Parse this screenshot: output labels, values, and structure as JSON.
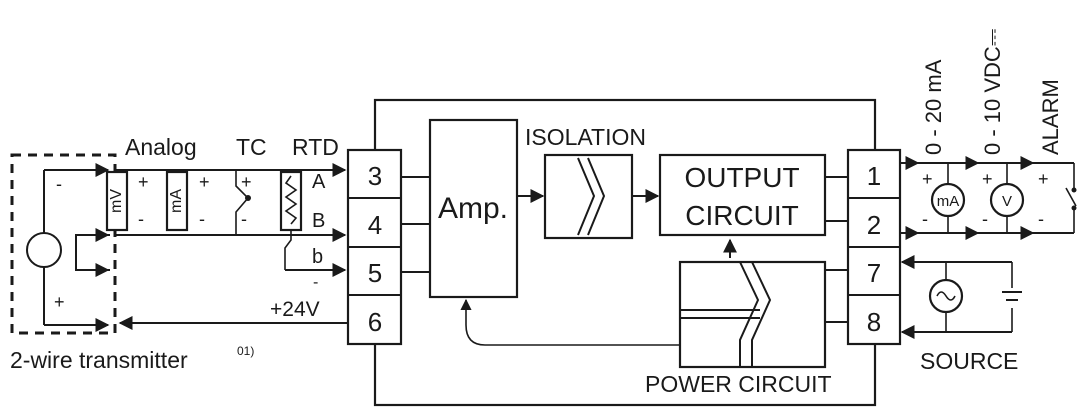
{
  "transmitter": {
    "label": "2-wire transmitter",
    "note": "01)",
    "minus": "-",
    "plus": "+"
  },
  "inputs": {
    "analog": "Analog",
    "tc": "TC",
    "rtd": "RTD",
    "mv": "mV",
    "ma": "mA",
    "plus": "+",
    "minus": "-",
    "a": "A",
    "b_upper": "B",
    "b_lower": "b",
    "supply": "+24V"
  },
  "terminals": {
    "t3": "3",
    "t4": "4",
    "t5": "5",
    "t6": "6",
    "t1": "1",
    "t2": "2",
    "t7": "7",
    "t8": "8"
  },
  "blocks": {
    "amp": "Amp.",
    "isolation": "ISOLATION",
    "output_line1": "OUTPUT",
    "output_line2": "CIRCUIT",
    "power": "POWER CIRCUIT"
  },
  "outputs": {
    "ma_range": "0 - 20 mA",
    "vdc_range": "0 - 10 VDC⎓",
    "alarm": "ALARM",
    "ma_meter": "mA",
    "v_meter": "V",
    "plus": "+",
    "minus": "-"
  },
  "source": {
    "label": "SOURCE"
  }
}
